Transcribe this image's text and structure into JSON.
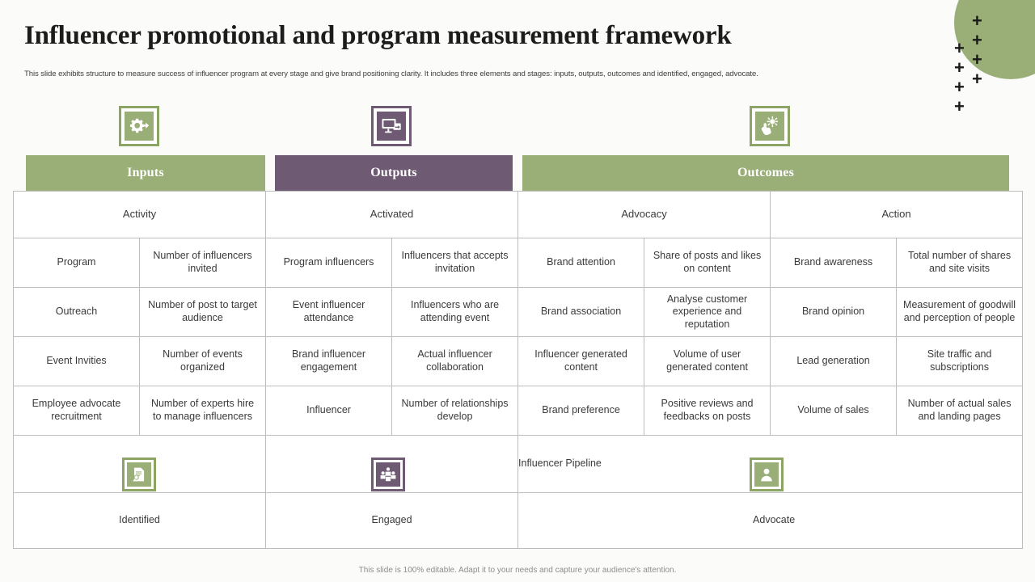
{
  "slide": {
    "title": "Influencer promotional and program measurement framework",
    "subtitle": "This slide exhibits structure to measure success of influencer program at every stage and give brand positioning clarity. It includes three elements and stages: inputs, outputs, outcomes and identified, engaged, advocate.",
    "footer": "This slide is 100% editable. Adapt it to your needs and capture your audience's attention."
  },
  "colors": {
    "green": "#9aae78",
    "green_border": "#8ca564",
    "purple": "#6f5a74",
    "background": "#fbfbf9",
    "grid_line": "#bdbdbd",
    "text": "#3a3a3a"
  },
  "top_icons": [
    {
      "name": "gear-arrow-icon",
      "theme": "green"
    },
    {
      "name": "monitor-share-icon",
      "theme": "purple"
    },
    {
      "name": "hand-touch-star-icon",
      "theme": "green"
    }
  ],
  "bands": [
    {
      "label": "Inputs",
      "theme": "green"
    },
    {
      "label": "Outputs",
      "theme": "purple"
    },
    {
      "label": "Outcomes",
      "theme": "green"
    }
  ],
  "subheaders": [
    "Activity",
    "Activated",
    "Advocacy",
    "Action"
  ],
  "rows": [
    [
      "Program",
      "Number of influencers invited",
      "Program influencers",
      "Influencers that accepts invitation",
      "Brand attention",
      "Share of posts and likes on content",
      "Brand awareness",
      "Total number of shares and site visits"
    ],
    [
      "Outreach",
      "Number of post to target audience",
      "Event influencer attendance",
      "Influencers who are attending event",
      "Brand association",
      "Analyse customer experience and reputation",
      "Brand opinion",
      "Measurement of goodwill and perception of people"
    ],
    [
      "Event Invities",
      "Number of events organized",
      "Brand influencer engagement",
      "Actual influencer collaboration",
      "Influencer generated content",
      "Volume of user generated content",
      "Lead generation",
      "Site traffic and subscriptions"
    ],
    [
      "Employee advocate recruitment",
      "Number of experts hire to manage influencers",
      "Influencer",
      "Number of relationships develop",
      "Brand preference",
      "Positive reviews and feedbacks on posts",
      "Volume of sales",
      "Number of actual sales and landing pages"
    ]
  ],
  "pipeline": {
    "label": "Influencer Pipeline",
    "stages": [
      {
        "label": "Identified",
        "icon": "document-search-icon",
        "theme": "green"
      },
      {
        "label": "Engaged",
        "icon": "people-group-icon",
        "theme": "purple"
      },
      {
        "label": "Advocate",
        "icon": "user-profile-icon",
        "theme": "green"
      }
    ]
  }
}
